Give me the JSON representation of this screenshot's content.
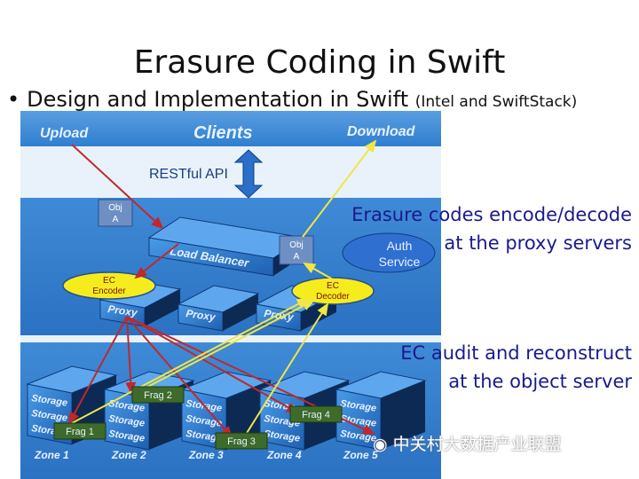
{
  "slide": {
    "title": "Erasure Coding in Swift",
    "bullet": "Design and Implementation in Swift",
    "bullet_note": "(Intel and SwiftStack)"
  },
  "diagram": {
    "upload": "Upload",
    "clients": "Clients",
    "download": "Download",
    "restful_api": "RESTful API",
    "obj_a": [
      "Obj",
      "A"
    ],
    "load_balancer": "Load Balancer",
    "auth_service": [
      "Auth",
      "Service"
    ],
    "ec_encoder": [
      "EC",
      "Encoder"
    ],
    "ec_decoder": [
      "EC",
      "Decoder"
    ],
    "proxy": "Proxy",
    "storage": "Storage",
    "frags": [
      "Frag 1",
      "Frag 2",
      "Frag 3",
      "Frag 4"
    ],
    "zones": [
      "Zone 1",
      "Zone 2",
      "Zone 3",
      "Zone 4",
      "Zone 5"
    ]
  },
  "notes": {
    "proxy_note": [
      "Erasure codes encode/decode",
      "at the proxy servers"
    ],
    "object_note": [
      "EC audit and reconstruct",
      "at the object server"
    ]
  },
  "watermark": "中关村大数据产业联盟",
  "colors": {
    "accent_text": "#1a1a8c",
    "band_blue": "#2f7fd0",
    "frag_green": "#3e6b2a",
    "ec_yellow": "#ffef00"
  }
}
